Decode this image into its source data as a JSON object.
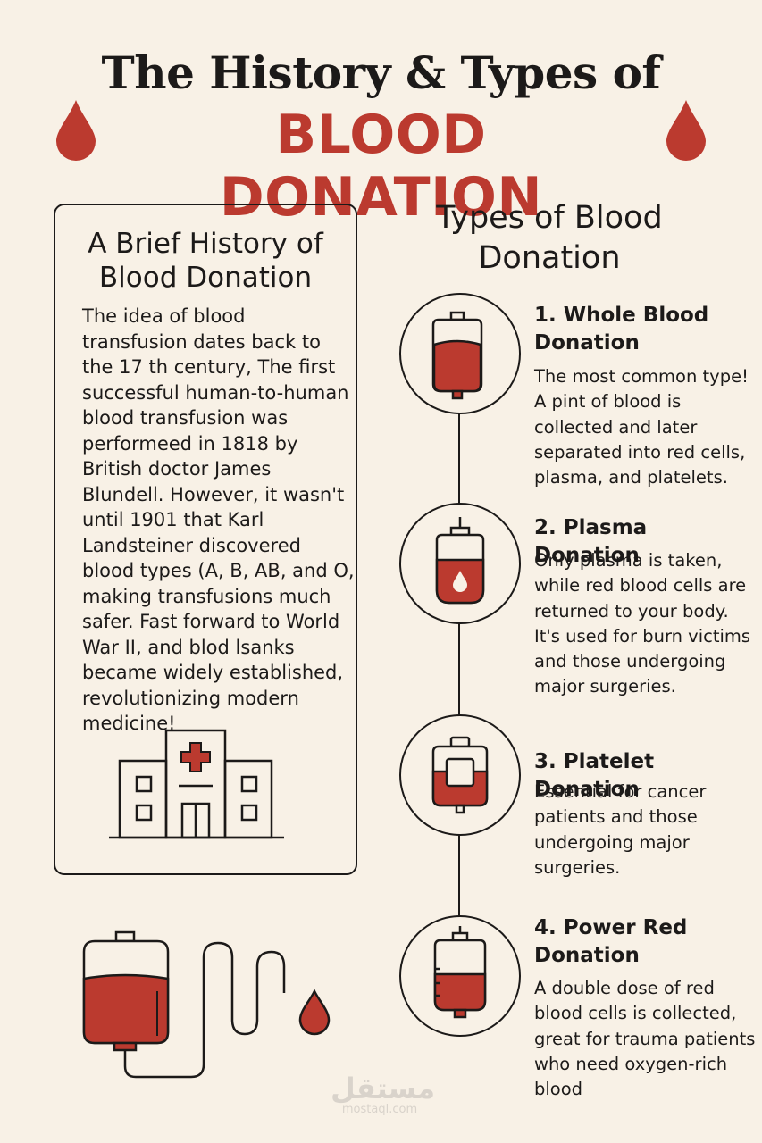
{
  "header": {
    "title_line1": "The History & Types of",
    "title_line2": "BLOOD DONATION"
  },
  "history": {
    "title": "A Brief History of Blood Donation",
    "text": "The idea of blood transfusion dates back to the 17 th century, The first successful human-to-human blood transfusion was performeed in 1818 by British doctor James Blundell. However, it wasn't until 1901 that Karl Landsteiner discovered blood types (A, B, AB, and O, making transfusions much safer. Fast forward to World War II, and blod lsanks became widely established, revolutionizing modern medicine!",
    "icon": "hospital-icon"
  },
  "types": {
    "title": "Types of Blood Donation",
    "items": [
      {
        "title": "1. Whole Blood Donation",
        "desc": "The most common type! A pint of blood is collected and later separated into red cells, plasma, and platelets.",
        "icon": "blood-bag-icon"
      },
      {
        "title": "2. Plasma Donation",
        "desc": "Only plasma is taken, while red blood cells are returned to your body. It's used for burn victims and those undergoing major surgeries.",
        "icon": "plasma-bag-icon"
      },
      {
        "title": "3. Platelet Donation",
        "desc": "Essential for cancer patients and those undergoing major surgeries.",
        "icon": "platelet-bag-icon"
      },
      {
        "title": "4. Power Red Donation",
        "desc": "A double dose of red blood cells is collected, great for trauma patients who need oxygen-rich blood",
        "icon": "power-red-bag-icon"
      }
    ]
  },
  "watermark": {
    "arabic": "مستقل",
    "latin": "mostaql.com"
  },
  "colors": {
    "accent": "#bb3a2f",
    "background": "#f8f1e6",
    "ink": "#1c1a19"
  }
}
